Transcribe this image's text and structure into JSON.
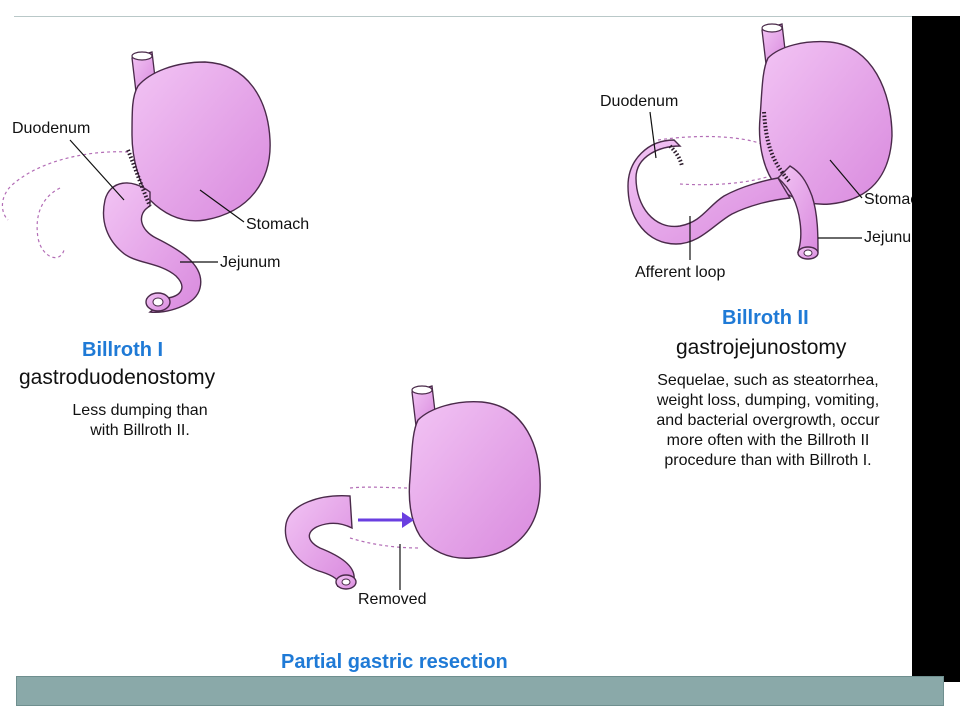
{
  "billroth1": {
    "title": "Billroth I",
    "procedure": "gastroduodenostomy",
    "note_line1": "Less dumping than",
    "note_line2": "with Billroth II.",
    "labels": {
      "duodenum": "Duodenum",
      "stomach": "Stomach",
      "jejunum": "Jejunum"
    }
  },
  "billroth2": {
    "title": "Billroth II",
    "procedure": "gastrojejunostomy",
    "note_lines": [
      "Sequelae, such as steatorrhea,",
      "weight loss, dumping, vomiting,",
      "and bacterial overgrowth, occur",
      "more often with the Billroth II",
      "procedure than with Billroth I."
    ],
    "labels": {
      "duodenum": "Duodenum",
      "stomach": "Stomach",
      "jejunum": "Jejunum",
      "afferent_loop": "Afferent loop"
    }
  },
  "resection": {
    "title": "Partial gastric resection",
    "label_removed": "Removed"
  },
  "colors": {
    "organ_fill": "#e39ce6",
    "organ_stroke": "#4a2a4a",
    "title_blue": "#1f7ad6",
    "arrow": "#6a3fe0",
    "bottom_bar": "#8aa9a9"
  }
}
